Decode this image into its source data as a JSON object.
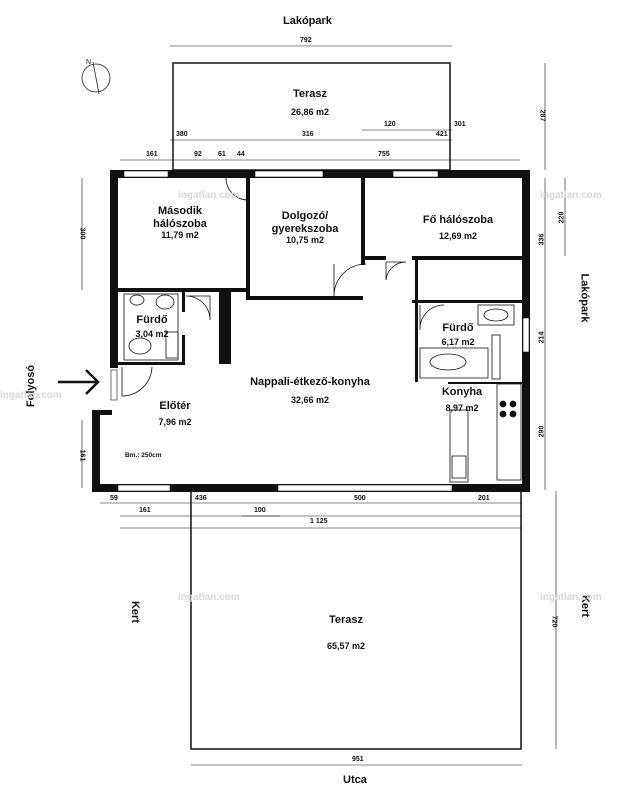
{
  "sides": {
    "top": "Lakópark",
    "right": "Lakópark",
    "left_corridor": "Folyosó",
    "left_garden": "Kert",
    "right_garden": "Kert",
    "bottom": "Utca"
  },
  "rooms": {
    "terrace_top": {
      "name": "Terasz",
      "area": "26,86 m2"
    },
    "second_bedroom": {
      "name_line1": "Második",
      "name_line2": "hálószoba",
      "area": "11,79 m2"
    },
    "study": {
      "name_line1": "Dolgozó/",
      "name_line2": "gyerekszoba",
      "area": "10,75 m2"
    },
    "master_bedroom": {
      "name": "Fő hálószoba",
      "area": "12,69 m2"
    },
    "bath_left": {
      "name": "Fürdő",
      "area": "3,04 m2"
    },
    "bath_right": {
      "name": "Fürdő",
      "area": "6,17 m2"
    },
    "living": {
      "name": "Nappali-étkező-konyha",
      "area": "32,66 m2"
    },
    "hall": {
      "name": "Előtér",
      "area": "7,96 m2"
    },
    "kitchen": {
      "name": "Konyha",
      "area": "8,97 m2"
    },
    "terrace_bottom": {
      "name": "Terasz",
      "area": "65,57 m2"
    }
  },
  "note": "Bm.: 250cm",
  "dims": {
    "top_792": "792",
    "right_287": "287",
    "d380": "380",
    "d316": "316",
    "d120": "120",
    "d301": "301",
    "d421": "421",
    "d161_top": "161",
    "d92": "92",
    "d61": "61",
    "d44": "44",
    "d755": "755",
    "left_300": "300",
    "right_220": "220",
    "right_336": "336",
    "right_214": "214",
    "right_290": "290",
    "left_161": "161",
    "d59": "59",
    "d436": "436",
    "d500": "500",
    "d201": "201",
    "d161_bottom": "161",
    "d100": "100",
    "d1125": "1 125",
    "right_720": "720",
    "d951": "951"
  },
  "watermark": "ingatlan.com"
}
